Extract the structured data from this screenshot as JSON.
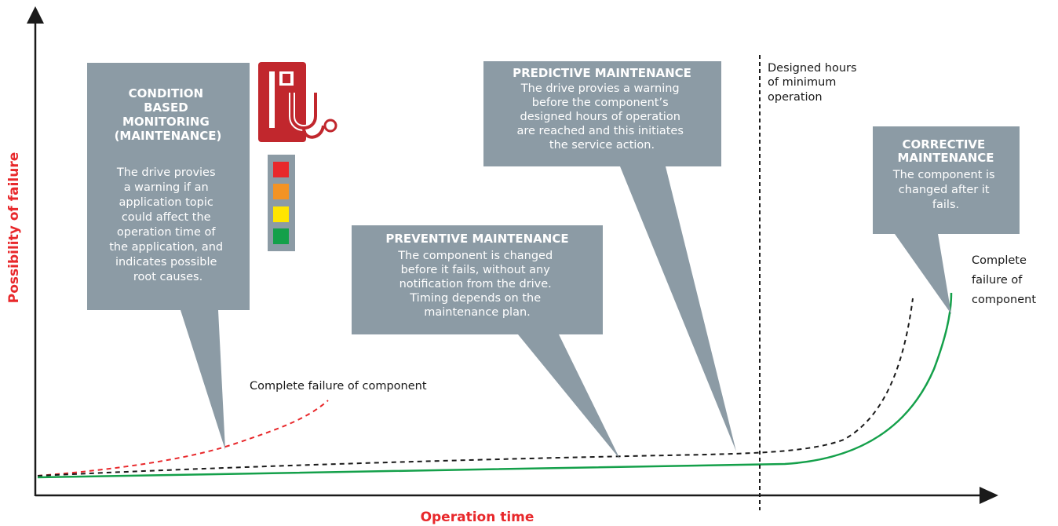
{
  "axes": {
    "x_label": "Operation time",
    "y_label": "Possibility of failure"
  },
  "callouts": {
    "condition_based": {
      "title_lines": [
        "CONDITION",
        "BASED",
        "MONITORING",
        "(MAINTENANCE)"
      ],
      "body_lines": [
        "The drive provies",
        "a warning if an",
        "application topic",
        "could affect the",
        "operation time of",
        "the application, and",
        "indicates possible",
        "root causes."
      ]
    },
    "preventive": {
      "title_lines": [
        "PREVENTIVE MAINTENANCE"
      ],
      "body_lines": [
        "The component is changed",
        "before it fails, without any",
        "notification from the drive.",
        "Timing depends on the",
        "maintenance plan."
      ]
    },
    "predictive": {
      "title_lines": [
        "PREDICTIVE MAINTENANCE"
      ],
      "body_lines": [
        "The drive provies a warning",
        "before the component’s",
        "designed hours of operation",
        "are reached and this initiates",
        "the service action."
      ]
    },
    "corrective": {
      "title_lines": [
        "CORRECTIVE",
        "MAINTENANCE"
      ],
      "body_lines": [
        "The component is",
        "changed after it",
        "fails."
      ]
    }
  },
  "annotations": {
    "designed_hours": [
      "Designed hours",
      "of minimum",
      "operation"
    ],
    "complete_failure_early": "Complete failure of component",
    "complete_failure_late": [
      "Complete",
      "failure of",
      "component"
    ]
  },
  "icons": {
    "drive_icon": "drive-stethoscope-icon",
    "status_lights": [
      "#e8282b",
      "#f39324",
      "#ffe500",
      "#14a04a"
    ]
  },
  "colors": {
    "callout_fill": "#8c9ba5",
    "axis_label": "#e8282b",
    "green_curve": "#14a04a",
    "red_curve": "#e8282b",
    "dashed_black": "#1a1a1a",
    "icon_red": "#c1272d"
  }
}
